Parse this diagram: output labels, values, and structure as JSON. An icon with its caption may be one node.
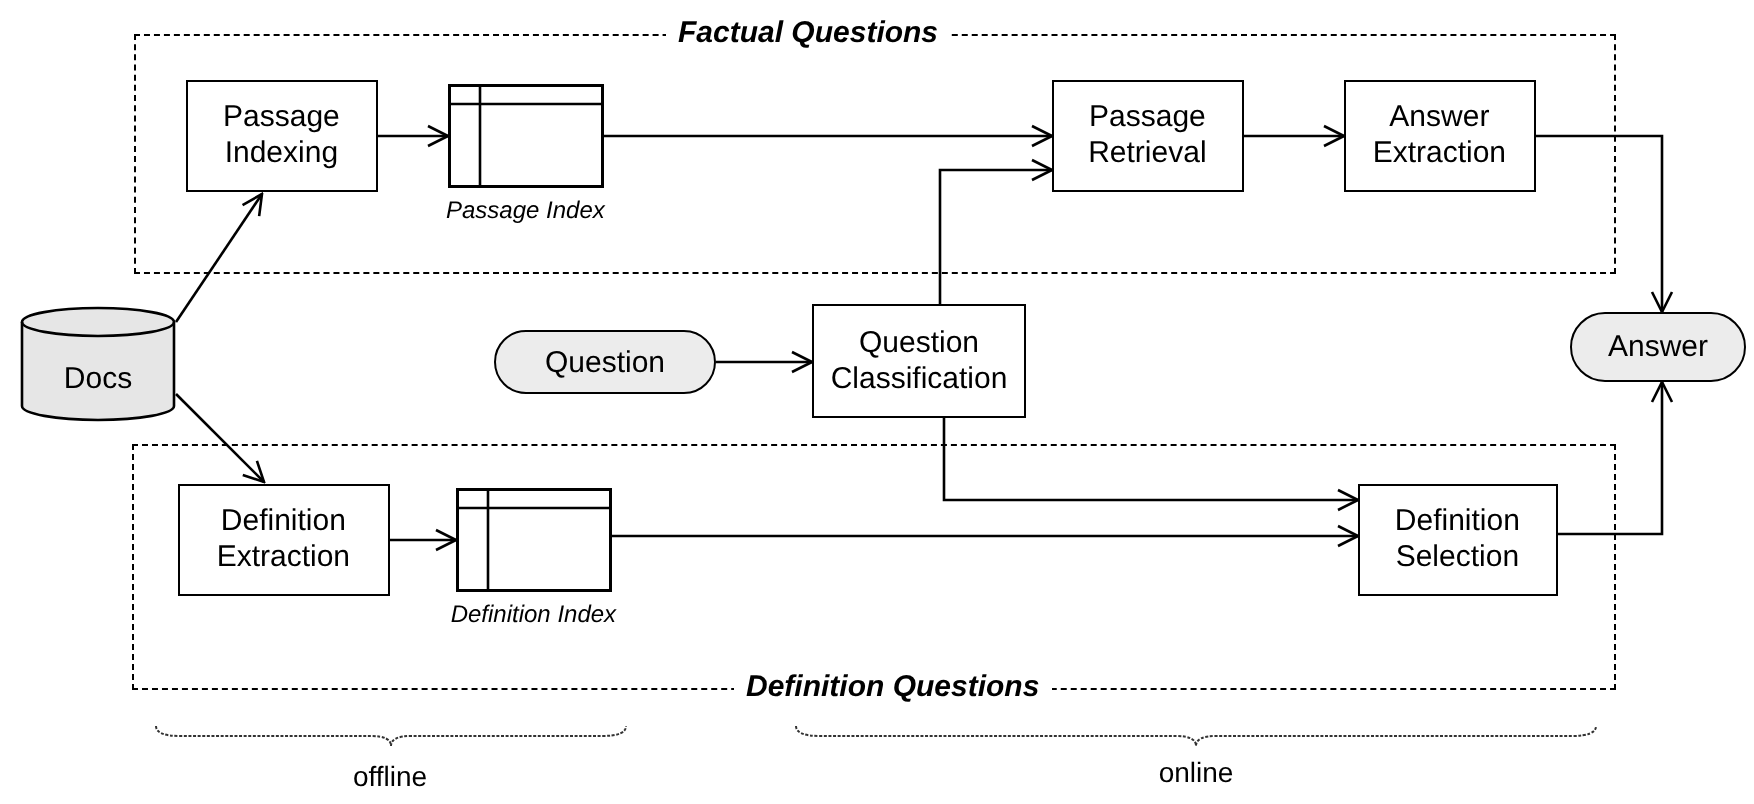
{
  "diagram": {
    "nodes": [
      {
        "text": [
          "Factual Questions"
        ]
      },
      {
        "text": [
          "Passage Indexing"
        ],
        "in": 0
      },
      {
        "text": [
          "Passage Index"
        ],
        "in": 0
      },
      {
        "text": [
          "Passage Retrieval"
        ],
        "in": 0
      },
      {
        "text": [
          "Answer Extraction"
        ],
        "in": 0
      },
      {
        "text": [
          "Docs"
        ]
      },
      {
        "text": [
          "Question"
        ]
      },
      {
        "text": [
          "Question Classification"
        ]
      },
      {
        "text": [
          "Answer"
        ]
      },
      {
        "text": [
          "Definition Questions"
        ]
      },
      {
        "text": [
          "Definition Extraction"
        ],
        "in": 9
      },
      {
        "text": [
          "Definition Index"
        ],
        "in": 9
      },
      {
        "text": [
          "Definition Selection"
        ],
        "in": 9
      }
    ],
    "edges": [
      {
        "from": 5,
        "to": 1,
        "arrow": "to"
      },
      {
        "from": 5,
        "to": 10,
        "arrow": "to"
      },
      {
        "from": 1,
        "to": 2,
        "arrow": "to"
      },
      {
        "from": 2,
        "to": 3,
        "arrow": "to"
      },
      {
        "from": 7,
        "to": 3,
        "arrow": "to"
      },
      {
        "from": 3,
        "to": 4,
        "arrow": "to"
      },
      {
        "from": 4,
        "to": 8,
        "arrow": "to"
      },
      {
        "from": 6,
        "to": 7,
        "arrow": "to"
      },
      {
        "from": 7,
        "to": 12,
        "arrow": "to"
      },
      {
        "from": 10,
        "to": 11,
        "arrow": "to"
      },
      {
        "from": 11,
        "to": 12,
        "arrow": "to"
      },
      {
        "from": 12,
        "to": 8,
        "arrow": "to"
      }
    ],
    "labels": [
      "offline",
      "online"
    ]
  }
}
